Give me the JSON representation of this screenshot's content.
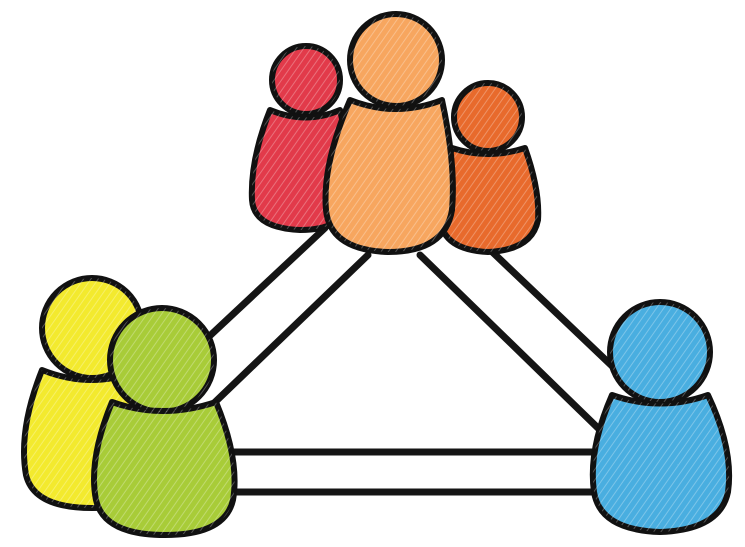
{
  "diagram": {
    "figures": [
      {
        "id": "red",
        "color": "#e23a4a",
        "group": "top"
      },
      {
        "id": "orange-light",
        "color": "#f7a65f",
        "group": "top"
      },
      {
        "id": "orange-dark",
        "color": "#e86a2c",
        "group": "top"
      },
      {
        "id": "yellow",
        "color": "#f3ea2e",
        "group": "left"
      },
      {
        "id": "green",
        "color": "#a8cc38",
        "group": "left"
      },
      {
        "id": "blue",
        "color": "#49aee0",
        "group": "right"
      }
    ],
    "connections": [
      {
        "from": "top",
        "to": "left"
      },
      {
        "from": "top",
        "to": "right"
      },
      {
        "from": "left",
        "to": "right"
      }
    ]
  }
}
